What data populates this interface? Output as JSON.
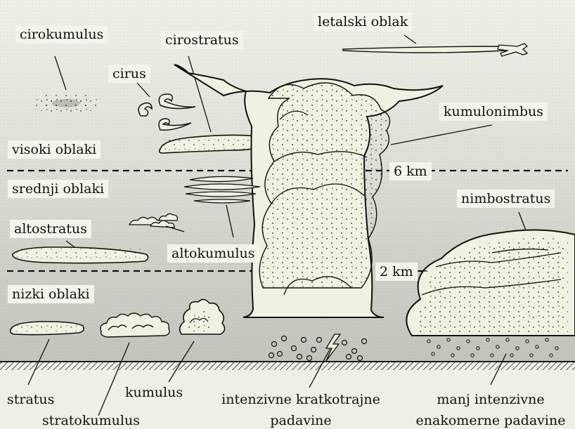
{
  "labels": {
    "cirokumulus": "cirokumulus",
    "cirostratus": "cirostratus",
    "cirus": "cirus",
    "letalski_oblak": "letalski oblak",
    "kumulonimbus": "kumulonimbus",
    "visoki_oblaki": "visoki oblaki",
    "srednji_oblaki": "srednji oblaki",
    "altostratus": "altostratus",
    "altokumulus": "altokumulus",
    "nimbostratus": "nimbostratus",
    "nizki_oblaki": "nizki oblaki",
    "height_6km": "6 km",
    "height_2km": "2 km"
  },
  "captions": {
    "stratus": "stratus",
    "stratokumulus": "stratokumulus",
    "kumulus": "kumulus",
    "intenzivne_line1": "intenzivne kratkotrajne",
    "intenzivne_line2": "padavine",
    "manj_line1": "manj intenzivne",
    "manj_line2": "enakomerne padavine"
  },
  "colors": {
    "background_top": "#efefe6",
    "band_high": "#d6d6cf",
    "band_mid": "#cfcfc8",
    "band_low": "#c7c7c0",
    "cloud_fill": "#f2f0e0",
    "ink": "#111111"
  }
}
